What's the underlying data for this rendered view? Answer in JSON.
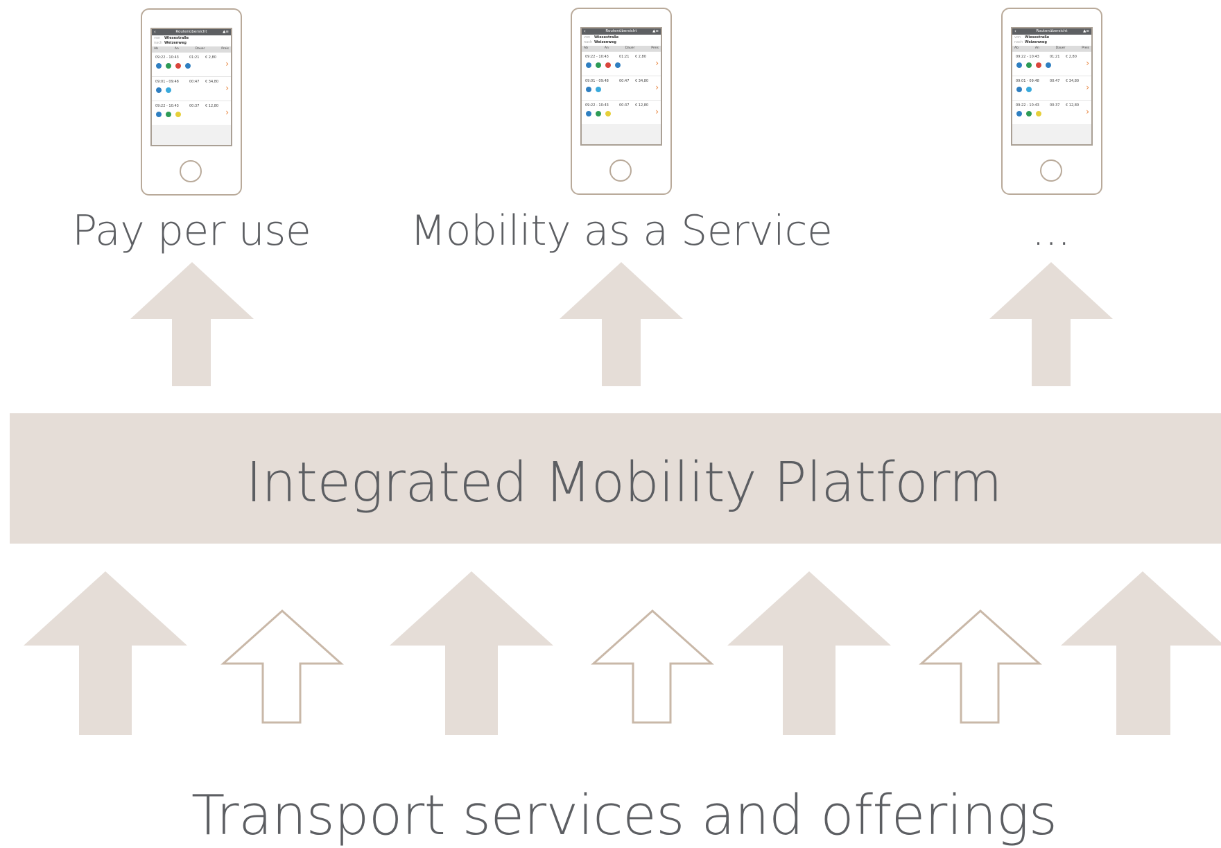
{
  "colors": {
    "arrow_fill": "#e5ddd7",
    "arrow_outline": "#c9b8a8",
    "platform": "#e5ddd7",
    "text": "#5c5e62",
    "phone_frame": "#b9aa9a"
  },
  "top_labels": [
    "Pay per use",
    "Mobility as a Service",
    "..."
  ],
  "platform_label": "Integrated Mobility Platform",
  "bottom_label": "Transport services and offerings",
  "phone_screen": {
    "title": "Routenübersicht",
    "from_label": "von",
    "from_value": "Wiesestraße",
    "to_label": "nach",
    "to_value": "Weizenweg",
    "columns": [
      "Ab",
      "An",
      "Dauer",
      "Preis"
    ],
    "routes": [
      {
        "time": "09:22 - 10:43",
        "duration": "01:21",
        "price": "€ 2,80",
        "icons": [
          "#2f7fc1",
          "#2d9b56",
          "#d9463b",
          "#2f7fc1"
        ]
      },
      {
        "time": "09:01 - 09:48",
        "duration": "00:47",
        "price": "€ 34,80",
        "icons": [
          "#2f7fc1",
          "#39a9dc"
        ]
      },
      {
        "time": "09:22 - 10:43",
        "duration": "00:37",
        "price": "€ 12,80",
        "icons": [
          "#2f7fc1",
          "#2d9b56",
          "#e6cf3a"
        ]
      }
    ]
  }
}
